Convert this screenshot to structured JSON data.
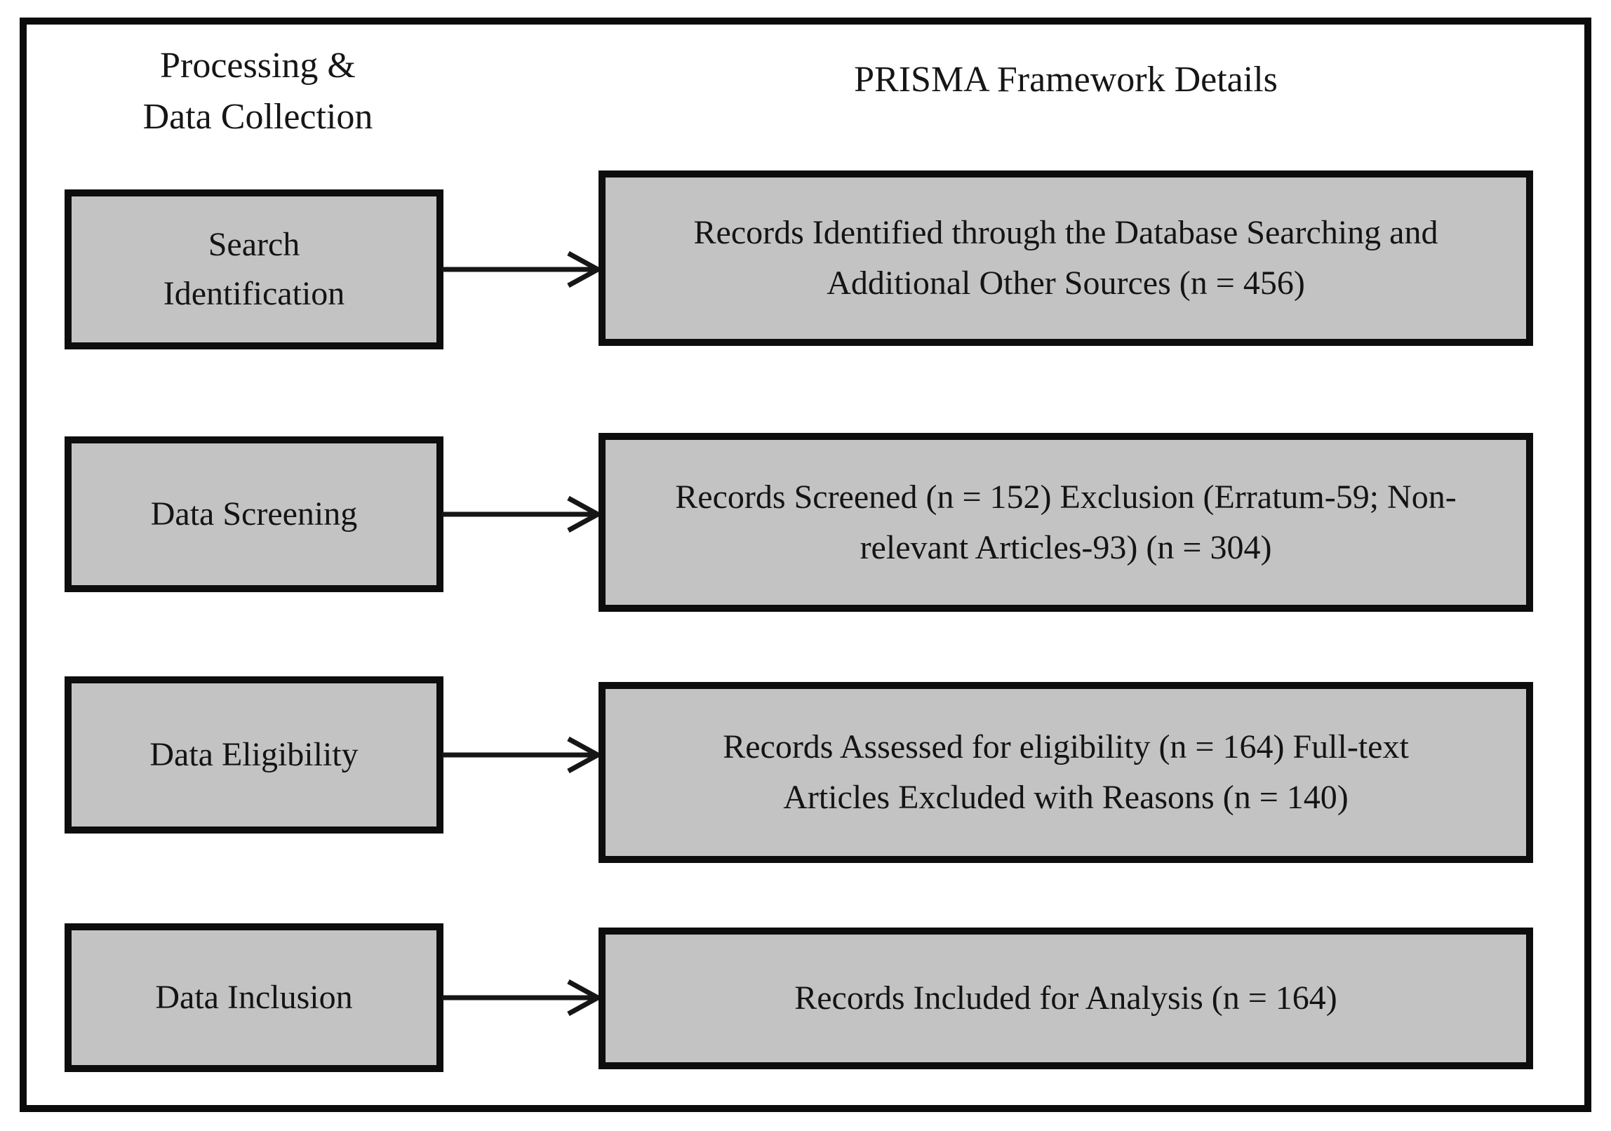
{
  "diagram": {
    "left_header": "Processing &\nData Collection",
    "right_header": "PRISMA Framework Details",
    "rows": [
      {
        "stage": "Search Identification",
        "detail": "Records Identified through the Database Searching and Additional Other Sources (n = 456)",
        "n_identified": 456
      },
      {
        "stage": "Data Screening",
        "detail": "Records Screened (n = 152) Exclusion (Erratum-59; Non-relevant Articles-93) (n = 304)",
        "n_screened": 152,
        "n_excluded": 304,
        "excluded_erratum": 59,
        "excluded_non_relevant": 93
      },
      {
        "stage": "Data Eligibility",
        "detail": "Records Assessed for eligibility (n = 164) Full-text Articles Excluded with Reasons (n = 140)",
        "n_assessed": 164,
        "n_fulltext_excluded": 140
      },
      {
        "stage": "Data Inclusion",
        "detail": "Records Included for Analysis (n = 164)",
        "n_included": 164
      }
    ],
    "colors": {
      "box_fill": "#c3c3c3",
      "border": "#0d0d0d",
      "background": "#ffffff"
    }
  }
}
